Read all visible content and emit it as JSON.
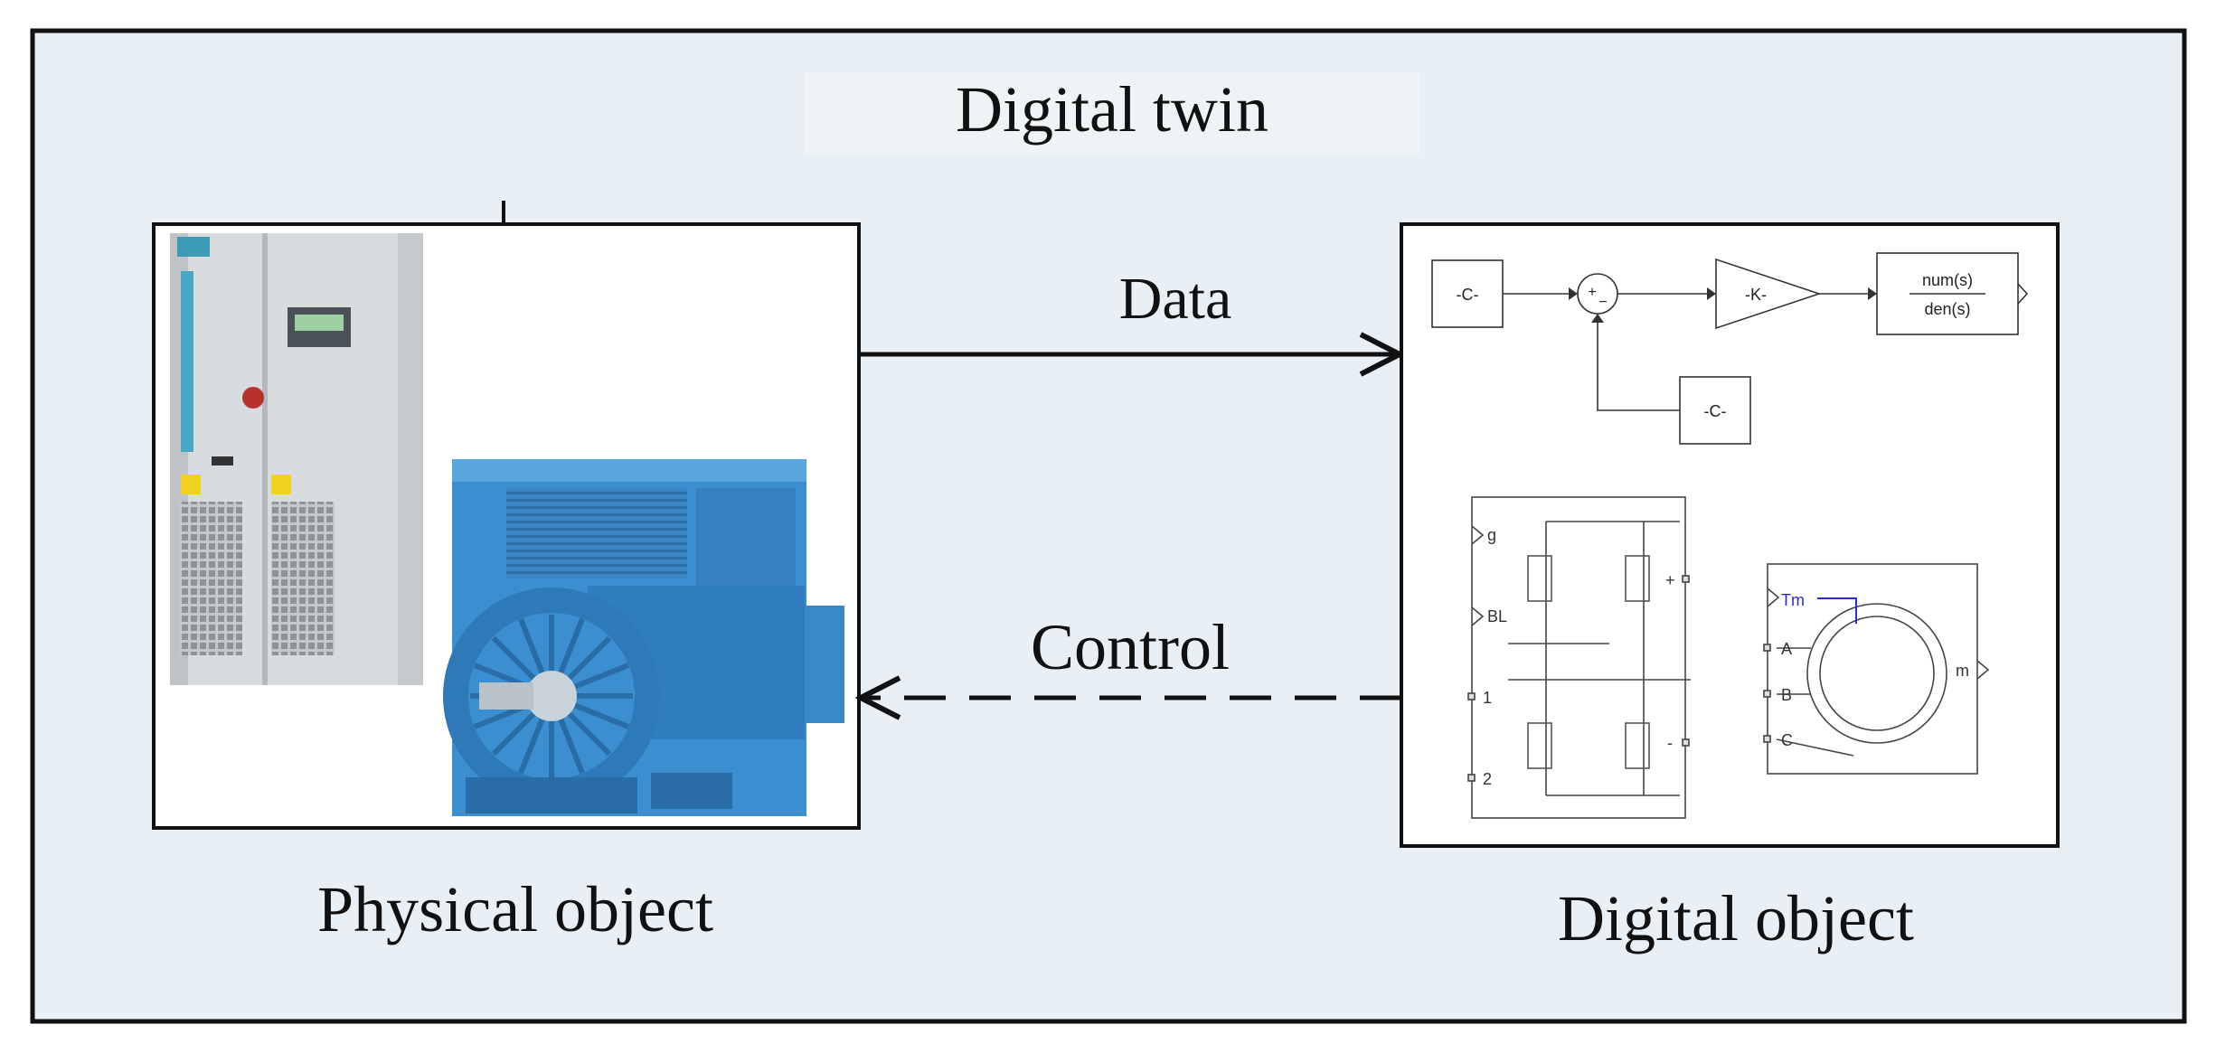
{
  "title": "Digital twin",
  "arrows": {
    "data_label": "Data",
    "control_label": "Control"
  },
  "physical": {
    "label": "Physical object"
  },
  "digital": {
    "label": "Digital object",
    "blocks": {
      "const_1": "-C-",
      "const_2": "-C-",
      "sum_plus": "+",
      "sum_minus": "−",
      "gain": "-K-",
      "tf_num": "num(s)",
      "tf_den": "den(s)",
      "conv_g": "g",
      "conv_bl": "BL",
      "conv_1": "1",
      "conv_2": "2",
      "conv_plus": "+",
      "conv_minus": "-",
      "machine_tm": "Tm",
      "machine_a": "A",
      "machine_b": "B",
      "machine_c": "C",
      "machine_m": "m"
    }
  },
  "colors": {
    "background": "#e9f0f5",
    "border": "#111111",
    "motor": "#3b8fd0",
    "cabinet": "#d6d9dc",
    "signal_blue": "#2b2bd6"
  }
}
